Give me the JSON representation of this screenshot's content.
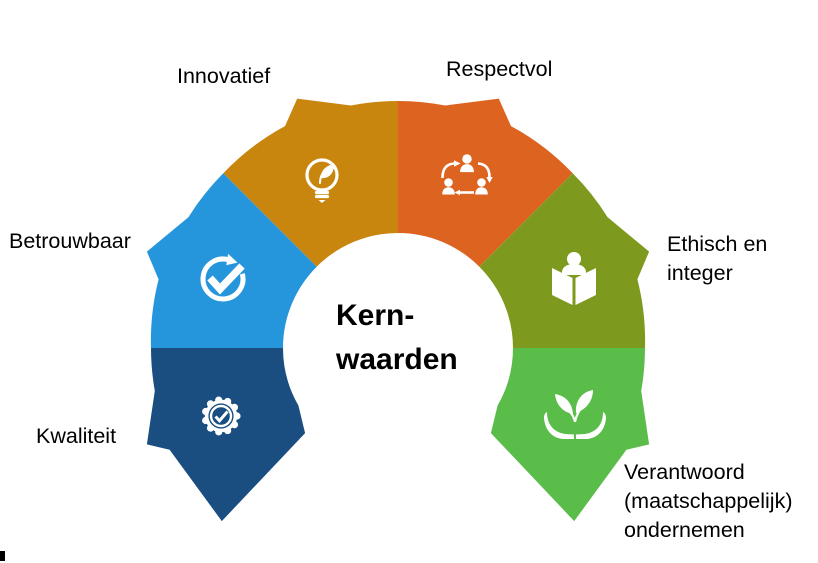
{
  "title": {
    "line1": "Kern-",
    "line2": "waarden"
  },
  "segments": [
    {
      "key": "innovatief",
      "label": "Innovatief",
      "color": "#C8860E",
      "icon": "lightbulb-leaf"
    },
    {
      "key": "respectvol",
      "label": "Respectvol",
      "color": "#DD6321",
      "icon": "people-exchange"
    },
    {
      "key": "ethisch",
      "label": "Ethisch en integer",
      "color": "#7E9A1E",
      "icon": "person-open-book"
    },
    {
      "key": "verantwoord",
      "label": "Verantwoord (maatschappelijk) ondernemen",
      "color": "#5ABC49",
      "icon": "hands-leaves"
    },
    {
      "key": "kwaliteit",
      "label": "Kwaliteit",
      "color": "#1A4E80",
      "icon": "badge-check"
    },
    {
      "key": "betrouwbaar",
      "label": "Betrouwbaar",
      "color": "#2596DB",
      "icon": "check-circle-arrow"
    }
  ],
  "icon_color": "#FFFFFF",
  "background": "#FFFFFF",
  "text_color": "#000000"
}
